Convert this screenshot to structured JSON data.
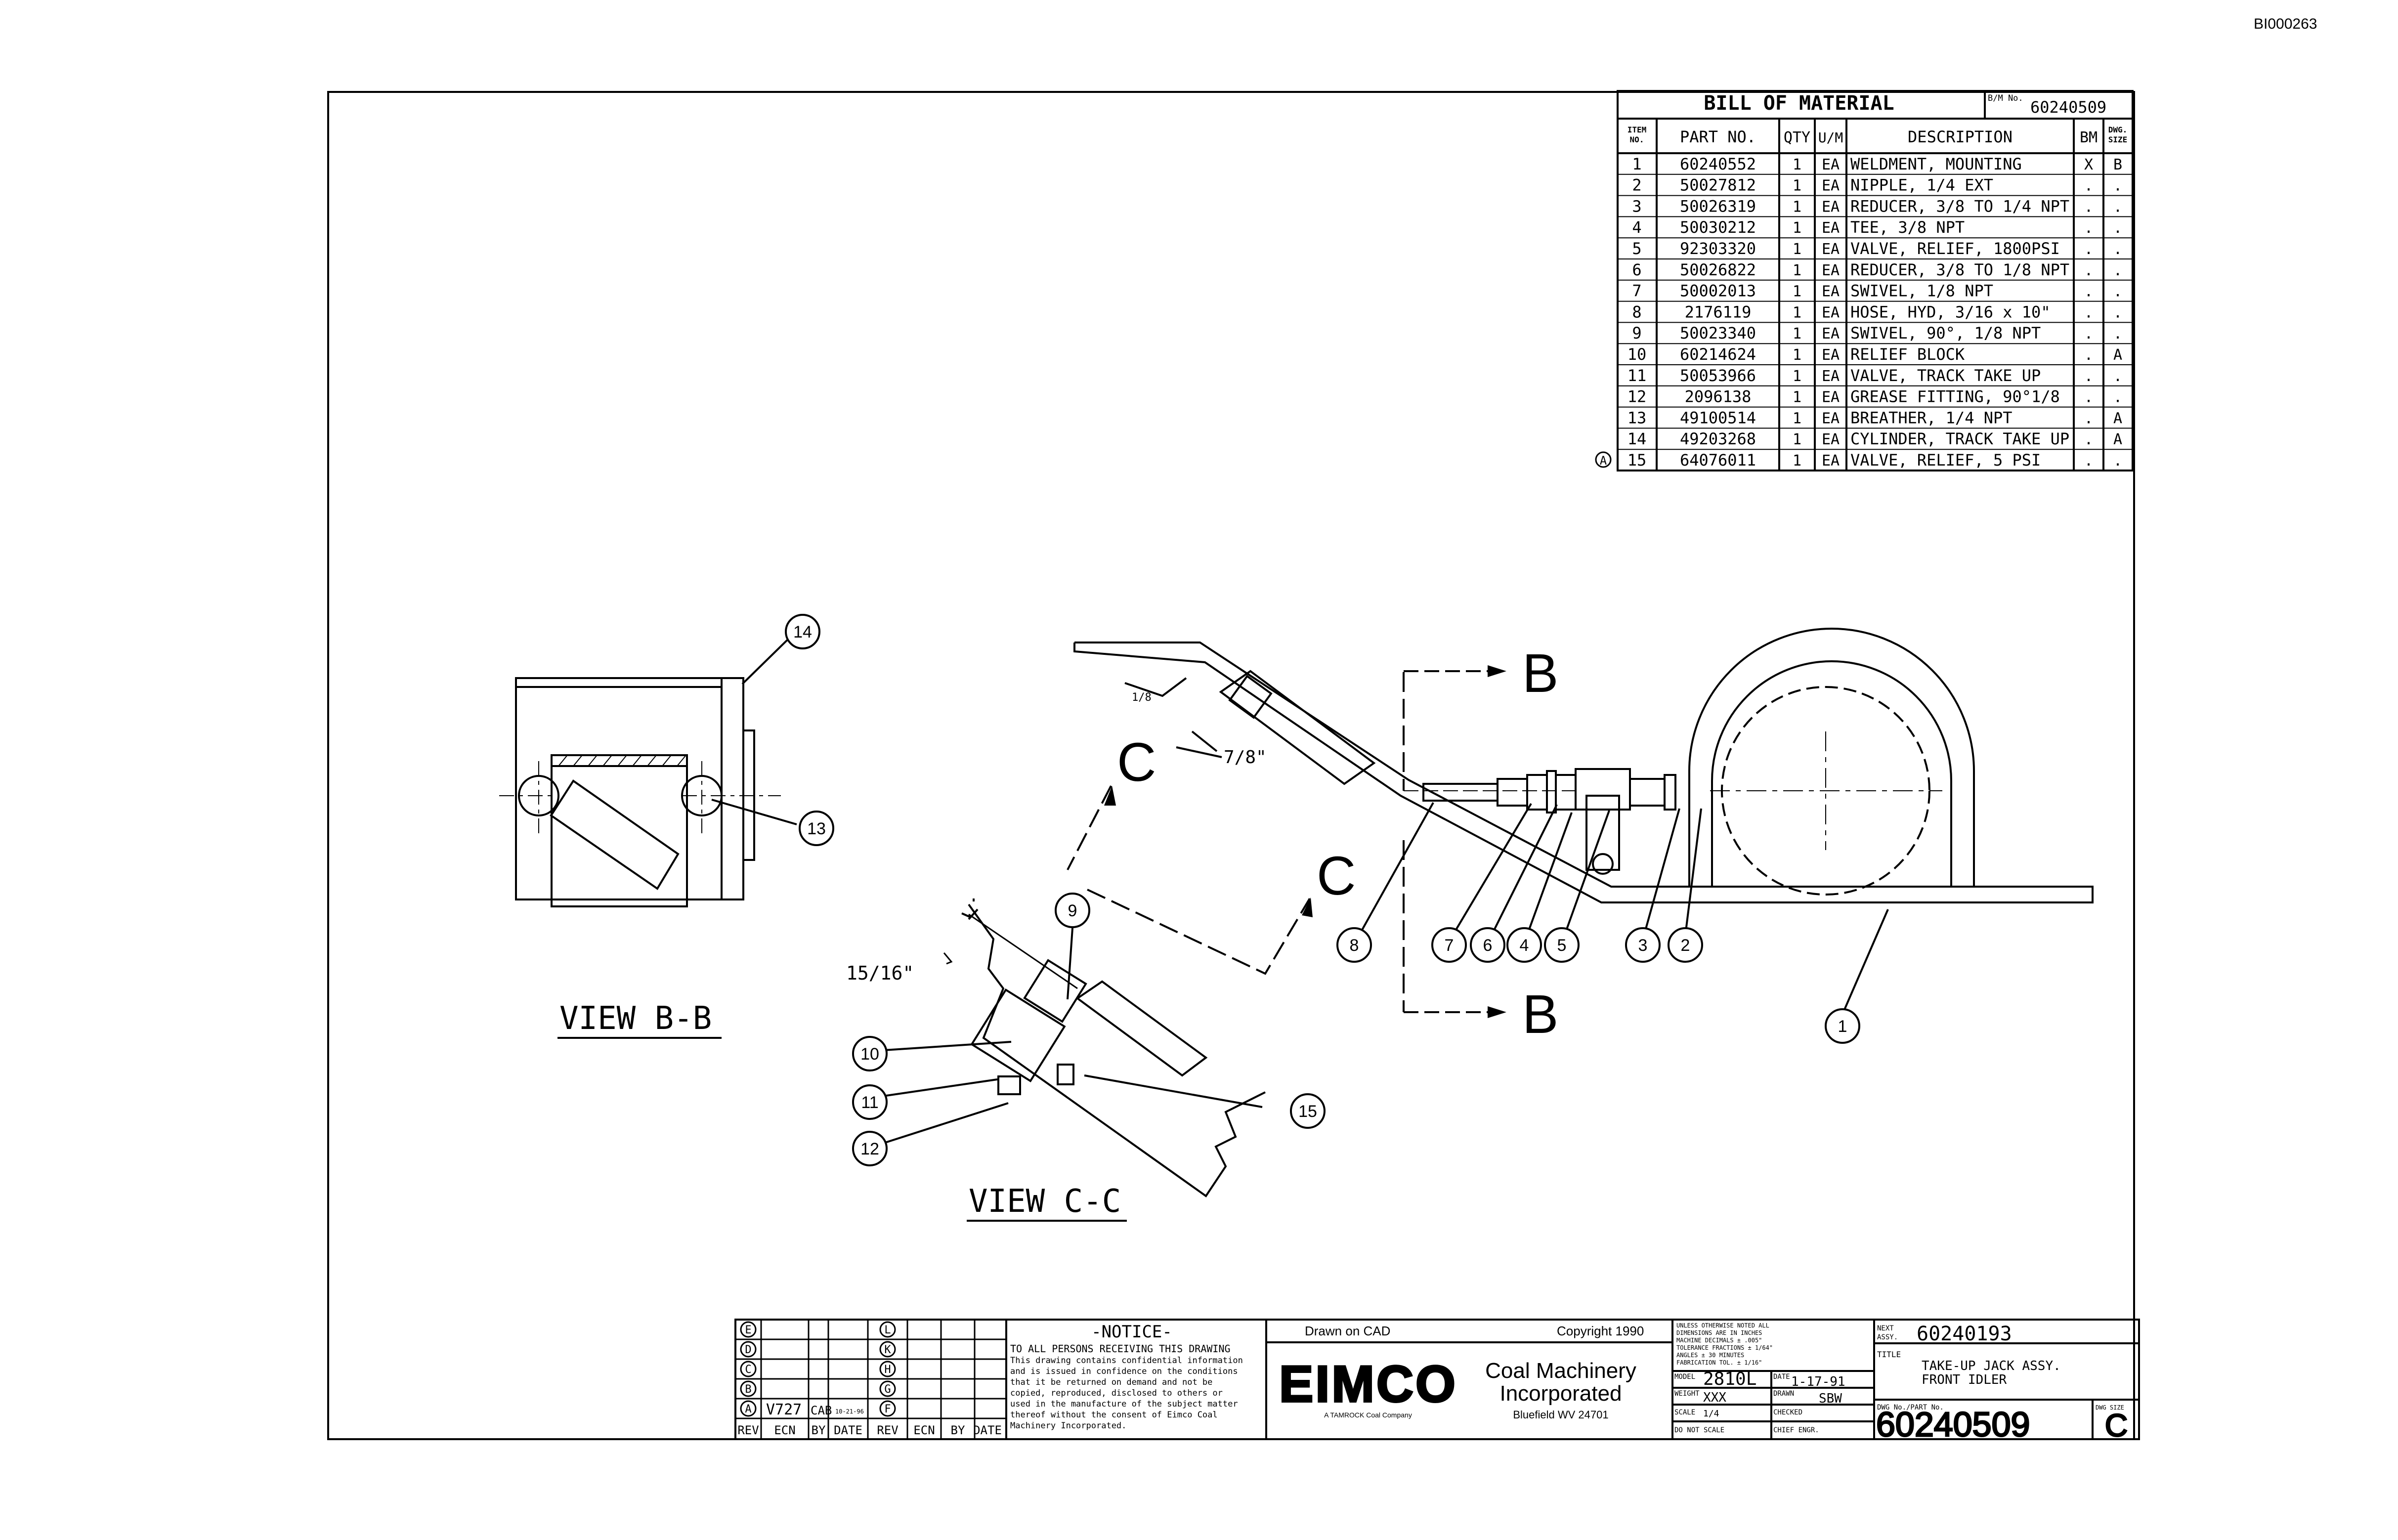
{
  "document_id": "BI000263",
  "bom": {
    "title": "BILL OF MATERIAL",
    "bm_no_label": "B/M No.",
    "bm_no": "60240509",
    "headers": {
      "item": "ITEM NO.",
      "part": "PART NO.",
      "qty": "QTY",
      "um": "U/M",
      "desc": "DESCRIPTION",
      "bm": "BM",
      "dwg": "DWG. SIZE"
    },
    "rows": [
      {
        "item": "1",
        "part": "60240552",
        "qty": "1",
        "um": "EA",
        "desc": "WELDMENT, MOUNTING",
        "bm": "X",
        "dwg": "B"
      },
      {
        "item": "2",
        "part": "50027812",
        "qty": "1",
        "um": "EA",
        "desc": "NIPPLE, 1/4 EXT",
        "bm": ".",
        "dwg": "."
      },
      {
        "item": "3",
        "part": "50026319",
        "qty": "1",
        "um": "EA",
        "desc": "REDUCER, 3/8 TO 1/4 NPT",
        "bm": ".",
        "dwg": "."
      },
      {
        "item": "4",
        "part": "50030212",
        "qty": "1",
        "um": "EA",
        "desc": "TEE, 3/8 NPT",
        "bm": ".",
        "dwg": "."
      },
      {
        "item": "5",
        "part": "92303320",
        "qty": "1",
        "um": "EA",
        "desc": "VALVE, RELIEF, 1800PSI",
        "bm": ".",
        "dwg": "."
      },
      {
        "item": "6",
        "part": "50026822",
        "qty": "1",
        "um": "EA",
        "desc": "REDUCER, 3/8 TO 1/8 NPT",
        "bm": ".",
        "dwg": "."
      },
      {
        "item": "7",
        "part": "50002013",
        "qty": "1",
        "um": "EA",
        "desc": "SWIVEL, 1/8 NPT",
        "bm": ".",
        "dwg": "."
      },
      {
        "item": "8",
        "part": "2176119",
        "qty": "1",
        "um": "EA",
        "desc": "HOSE, HYD, 3/16 x 10\"",
        "bm": ".",
        "dwg": "."
      },
      {
        "item": "9",
        "part": "50023340",
        "qty": "1",
        "um": "EA",
        "desc": "SWIVEL, 90°, 1/8 NPT",
        "bm": ".",
        "dwg": "."
      },
      {
        "item": "10",
        "part": "60214624",
        "qty": "1",
        "um": "EA",
        "desc": "RELIEF BLOCK",
        "bm": ".",
        "dwg": "A"
      },
      {
        "item": "11",
        "part": "50053966",
        "qty": "1",
        "um": "EA",
        "desc": "VALVE, TRACK TAKE UP",
        "bm": ".",
        "dwg": "."
      },
      {
        "item": "12",
        "part": "2096138",
        "qty": "1",
        "um": "EA",
        "desc": "GREASE FITTING, 90°1/8",
        "bm": ".",
        "dwg": "."
      },
      {
        "item": "13",
        "part": "49100514",
        "qty": "1",
        "um": "EA",
        "desc": "BREATHER, 1/4 NPT",
        "bm": ".",
        "dwg": "A"
      },
      {
        "item": "14",
        "part": "49203268",
        "qty": "1",
        "um": "EA",
        "desc": "CYLINDER, TRACK TAKE UP",
        "bm": ".",
        "dwg": "A"
      },
      {
        "item": "15",
        "part": "64076011",
        "qty": "1",
        "um": "EA",
        "desc": "VALVE, RELIEF, 5 PSI",
        "bm": ".",
        "dwg": "."
      }
    ],
    "rev_marker": "A"
  },
  "drawing": {
    "view_bb": "VIEW B-B",
    "view_cc": "VIEW C-C",
    "section_b": "B",
    "section_c": "C",
    "dim_7_8": "7/8\"",
    "dim_15_16": "15/16\"",
    "weld_note": "1/8",
    "balloons": [
      "1",
      "2",
      "3",
      "4",
      "5",
      "6",
      "7",
      "8",
      "9",
      "10",
      "11",
      "12",
      "13",
      "14",
      "15"
    ]
  },
  "title_block": {
    "rev_letters_left": [
      "E",
      "D",
      "C",
      "B",
      "A"
    ],
    "rev_letters_right": [
      "L",
      "K",
      "H",
      "G",
      "F"
    ],
    "rev_a_ecn": "V727",
    "rev_a_by": "CAB",
    "rev_a_date": "10-21-96",
    "col_rev": "REV",
    "col_ecn": "ECN",
    "col_by": "BY",
    "col_date": "DATE",
    "notice_title": "-NOTICE-",
    "notice_lines": [
      "TO ALL PERSONS RECEIVING THIS DRAWING",
      "This drawing contains confidential information",
      "and is issued in confidence on the conditions",
      "that it be returned on demand and not be",
      "copied, reproduced, disclosed to others or",
      "used in the manufacture of the subject matter",
      "thereof without the consent of Eimco Coal",
      "Machinery Incorporated."
    ],
    "drawn_on": "Drawn on CAD",
    "copyright": "Copyright 1990",
    "logo": "EIMCO",
    "company_line1": "Coal Machinery",
    "company_line2": "Incorporated",
    "company_sub": "A TAMROCK Coal Company",
    "address": "Bluefield WV 24701",
    "tol_lines": [
      "UNLESS OTHERWISE NOTED ALL",
      "DIMENSIONS ARE IN INCHES",
      "MACHINE    DECIMALS ± .005\"",
      "TOLERANCE  FRACTIONS ± 1/64\"",
      "           ANGLES ± 30 MINUTES",
      "FABRICATION TOL. ± 1/16\""
    ],
    "model_label": "MODEL",
    "model": "2810L",
    "date_label": "DATE",
    "date": "1-17-91",
    "weight_label": "WEIGHT",
    "weight": "XXX",
    "drawn_label": "DRAWN",
    "drawn": "SBW",
    "scale_label": "SCALE",
    "scale": "1/4",
    "checked_label": "CHECKED",
    "no_scale": "DO NOT SCALE",
    "chief_label": "CHIEF ENGR.",
    "next_assy_label": "NEXT ASSY.",
    "next_assy": "60240193",
    "title_label": "TITLE",
    "title_line1": "TAKE-UP JACK ASSY.",
    "title_line2": "FRONT IDLER",
    "dwg_no_label": "DWG No./PART No.",
    "dwg_no": "60240509",
    "dwg_size_label": "DWG SIZE",
    "dwg_size": "C"
  }
}
